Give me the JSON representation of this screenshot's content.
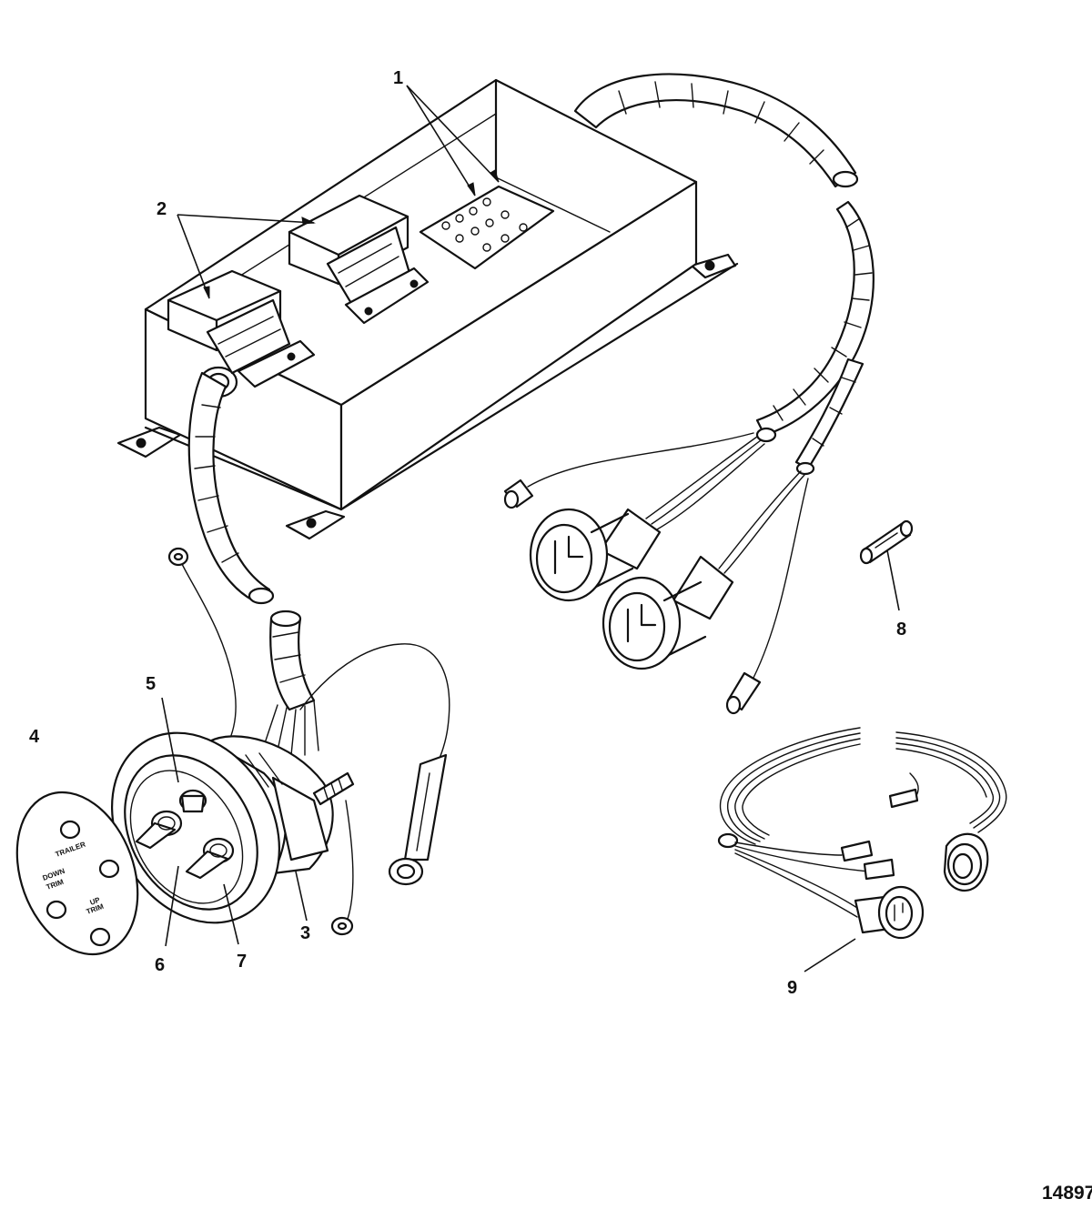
{
  "figure_number": "14897",
  "callouts": [
    {
      "id": "1",
      "label": "1"
    },
    {
      "id": "2",
      "label": "2"
    },
    {
      "id": "3",
      "label": "3"
    },
    {
      "id": "4",
      "label": "4"
    },
    {
      "id": "5",
      "label": "5"
    },
    {
      "id": "6",
      "label": "6"
    },
    {
      "id": "7",
      "label": "7"
    },
    {
      "id": "8",
      "label": "8"
    },
    {
      "id": "9",
      "label": "9"
    }
  ],
  "decal": {
    "title": "TRAILER",
    "left_label_1": "DOWN",
    "left_label_2": "TRIM",
    "right_label_1": "UP",
    "right_label_2": "TRIM"
  },
  "colors": {
    "ink": "#111111",
    "paper": "#ffffff"
  }
}
